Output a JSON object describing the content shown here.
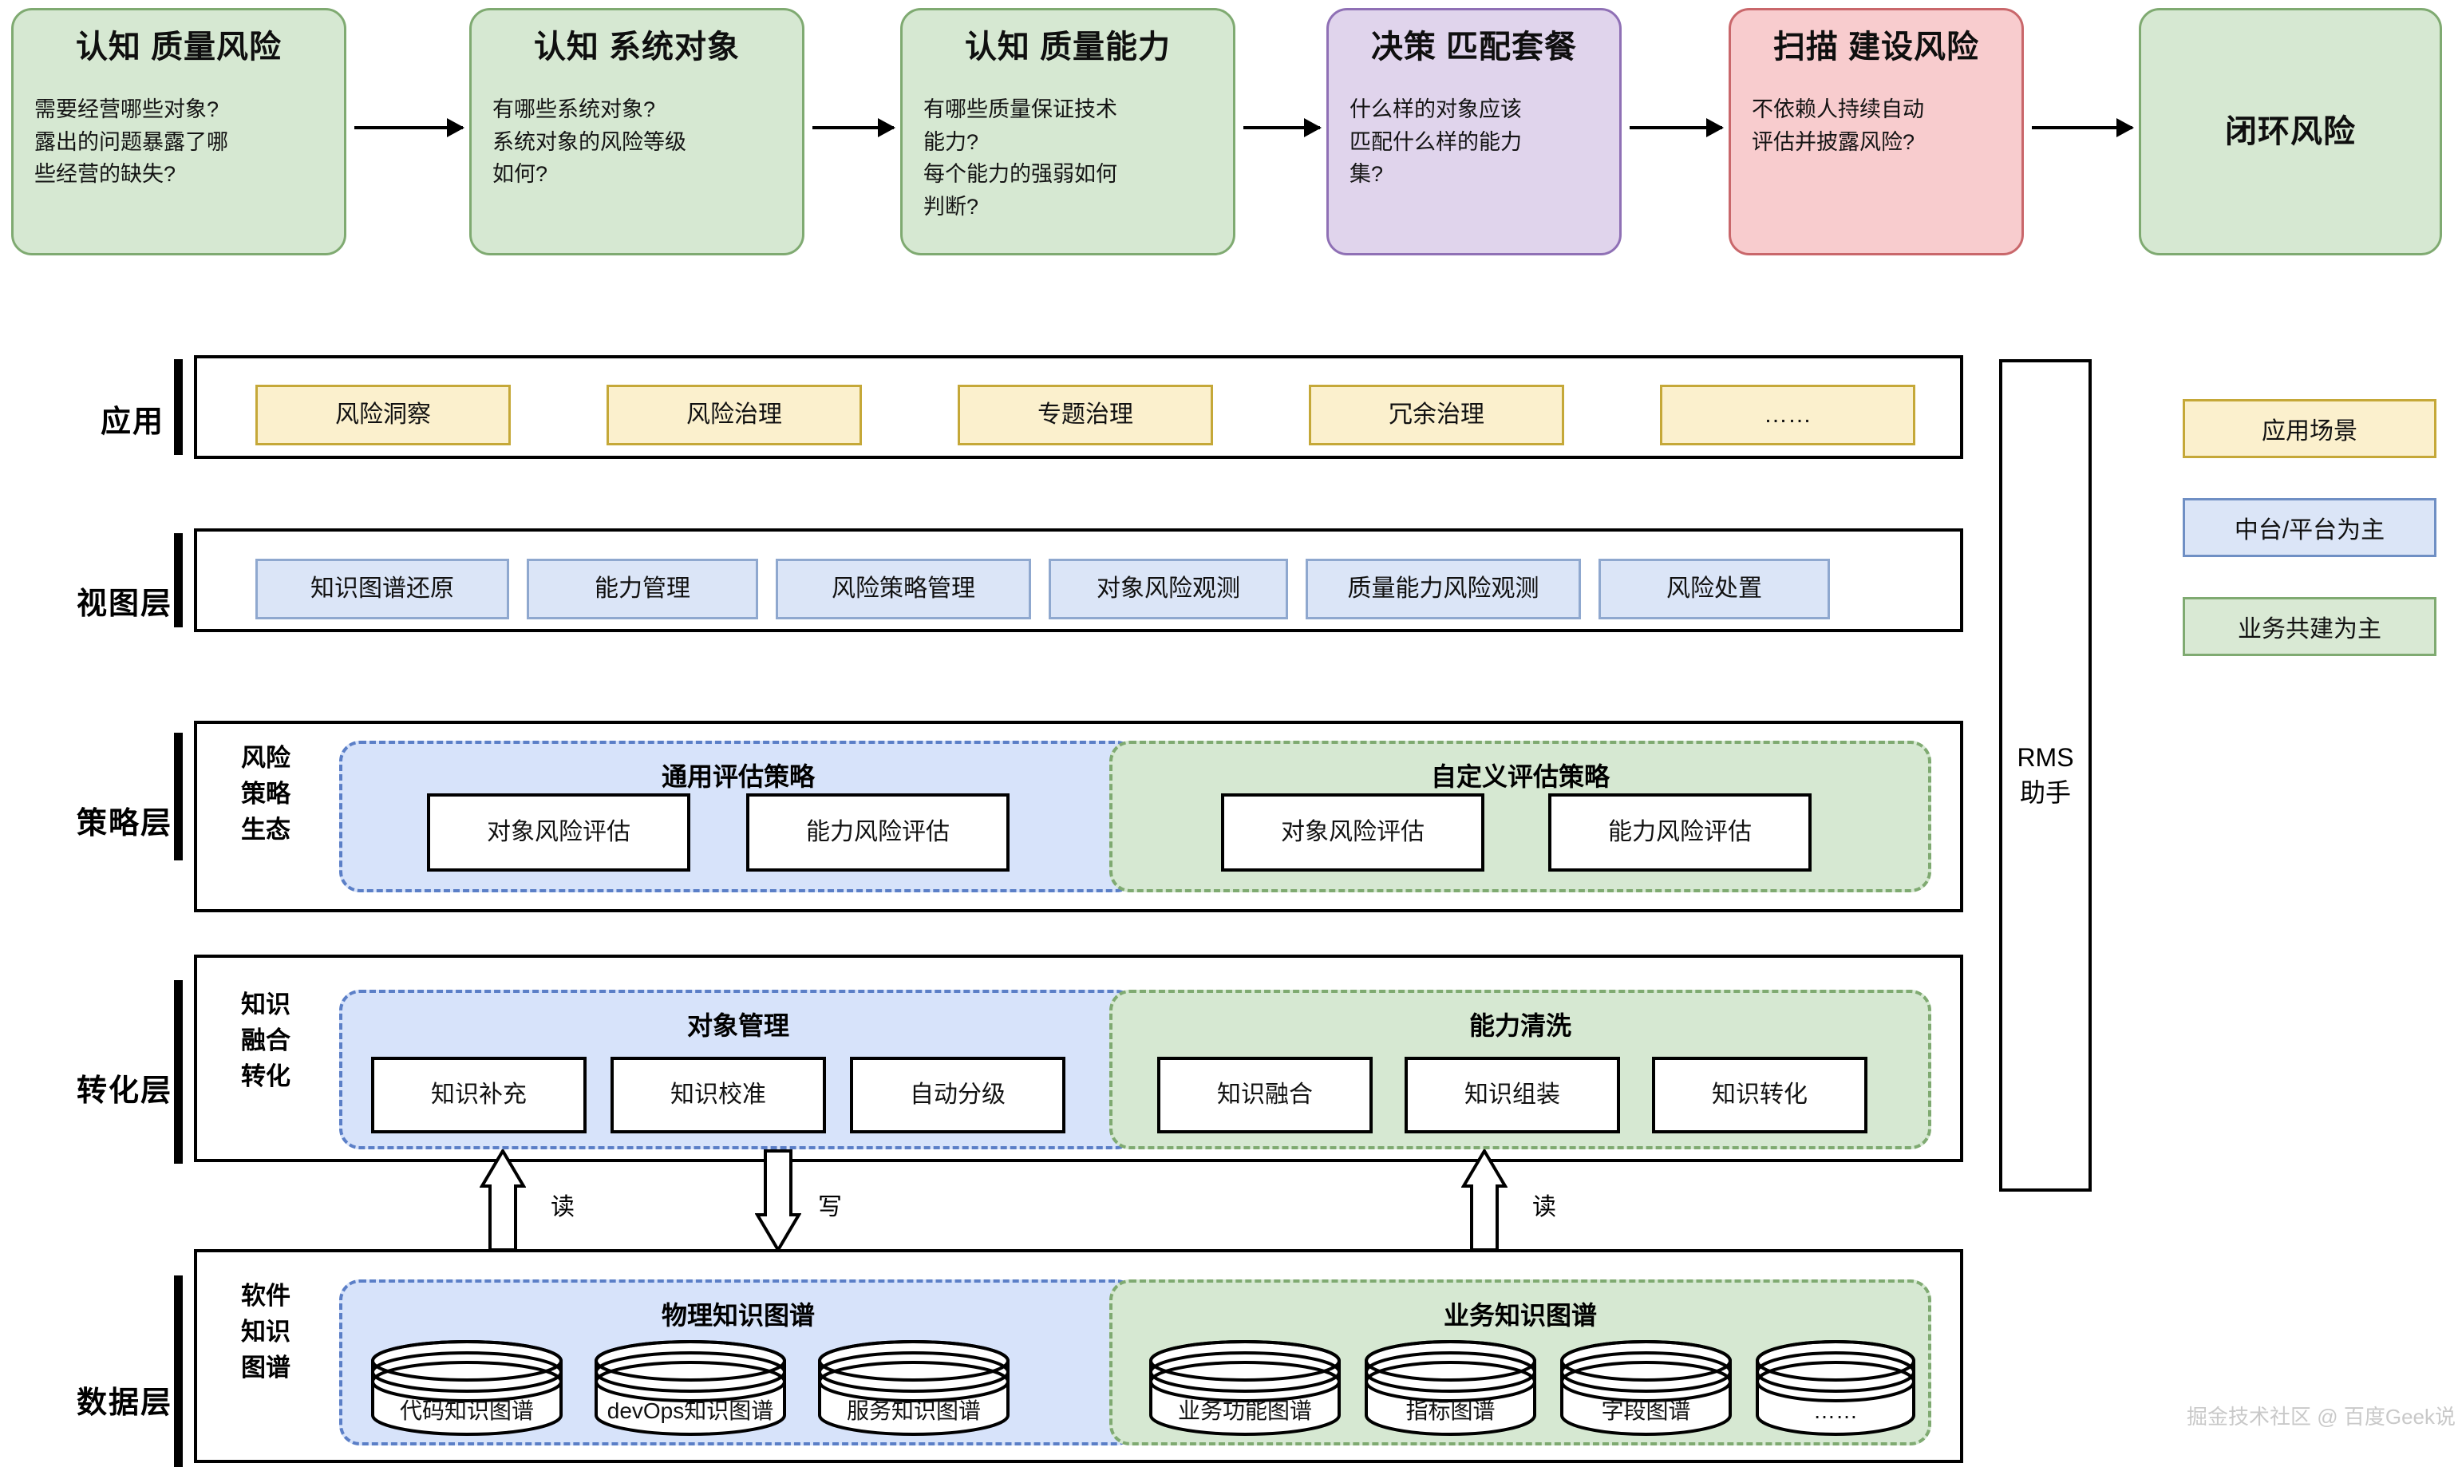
{
  "flow": {
    "steps": [
      {
        "title": "认知 质量风险",
        "desc": "需要经营哪些对象?\n露出的问题暴露了哪\n些经营的缺失?",
        "fill": "#d6e8d2",
        "border": "#7faa71"
      },
      {
        "title": "认知 系统对象",
        "desc": "有哪些系统对象?\n系统对象的风险等级\n如何?",
        "fill": "#d6e8d2",
        "border": "#7faa71"
      },
      {
        "title": "认知 质量能力",
        "desc": "有哪些质量保证技术\n能力?\n每个能力的强弱如何\n判断?",
        "fill": "#d6e8d2",
        "border": "#7faa71"
      },
      {
        "title": "决策 匹配套餐",
        "desc": "什么样的对象应该\n匹配什么样的能力\n集?",
        "fill": "#e0d4ec",
        "border": "#8f70b5"
      },
      {
        "title": "扫描 建设风险",
        "desc": "不依赖人持续自动\n评估并披露风险?",
        "fill": "#f8ccce",
        "border": "#c9676b"
      },
      {
        "title": "闭环风险",
        "desc": "",
        "fill": "#d6e8d2",
        "border": "#7faa71"
      }
    ]
  },
  "layers": {
    "application": {
      "label": "应用",
      "chips": [
        "风险洞察",
        "风险治理",
        "专题治理",
        "冗余治理",
        "……"
      ]
    },
    "view": {
      "label": "视图层",
      "chips": [
        "知识图谱还原",
        "能力管理",
        "风险策略管理",
        "对象风险观测",
        "质量能力风险观测",
        "风险处置"
      ]
    },
    "strategy": {
      "label": "策略层",
      "sublabel": "风险\n策略\n生态",
      "groups": [
        {
          "title": "通用评估策略",
          "style": "blue",
          "items": [
            "对象风险评估",
            "能力风险评估"
          ]
        },
        {
          "title": "自定义评估策略",
          "style": "green",
          "items": [
            "对象风险评估",
            "能力风险评估"
          ]
        }
      ]
    },
    "transform": {
      "label": "转化层",
      "sublabel": "知识\n融合\n转化",
      "groups": [
        {
          "title": "对象管理",
          "style": "blue",
          "items": [
            "知识补充",
            "知识校准",
            "自动分级"
          ]
        },
        {
          "title": "能力清洗",
          "style": "green",
          "items": [
            "知识融合",
            "知识组装",
            "知识转化"
          ]
        }
      ]
    },
    "data": {
      "label": "数据层",
      "sublabel": "软件\n知识\n图谱",
      "groups": [
        {
          "title": "物理知识图谱",
          "style": "blue",
          "items": [
            "代码知识图谱",
            "devOps知识图谱",
            "服务知识图谱"
          ]
        },
        {
          "title": "业务知识图谱",
          "style": "green",
          "items": [
            "业务功能图谱",
            "指标图谱",
            "字段图谱",
            "……"
          ]
        }
      ]
    }
  },
  "io_arrows": [
    {
      "label": "读",
      "direction": "up"
    },
    {
      "label": "写",
      "direction": "down"
    },
    {
      "label": "读",
      "direction": "up"
    }
  ],
  "rms": {
    "text": "RMS\n助手"
  },
  "legend": [
    {
      "label": "应用场景",
      "style": "l-app",
      "color": "#fbf0cd"
    },
    {
      "label": "中台/平台为主",
      "style": "l-mid",
      "color": "#dbe5f7"
    },
    {
      "label": "业务共建为主",
      "style": "l-biz",
      "color": "#d9e9d4"
    }
  ],
  "watermark": "掘金技术社区 @ 百度Geek说"
}
